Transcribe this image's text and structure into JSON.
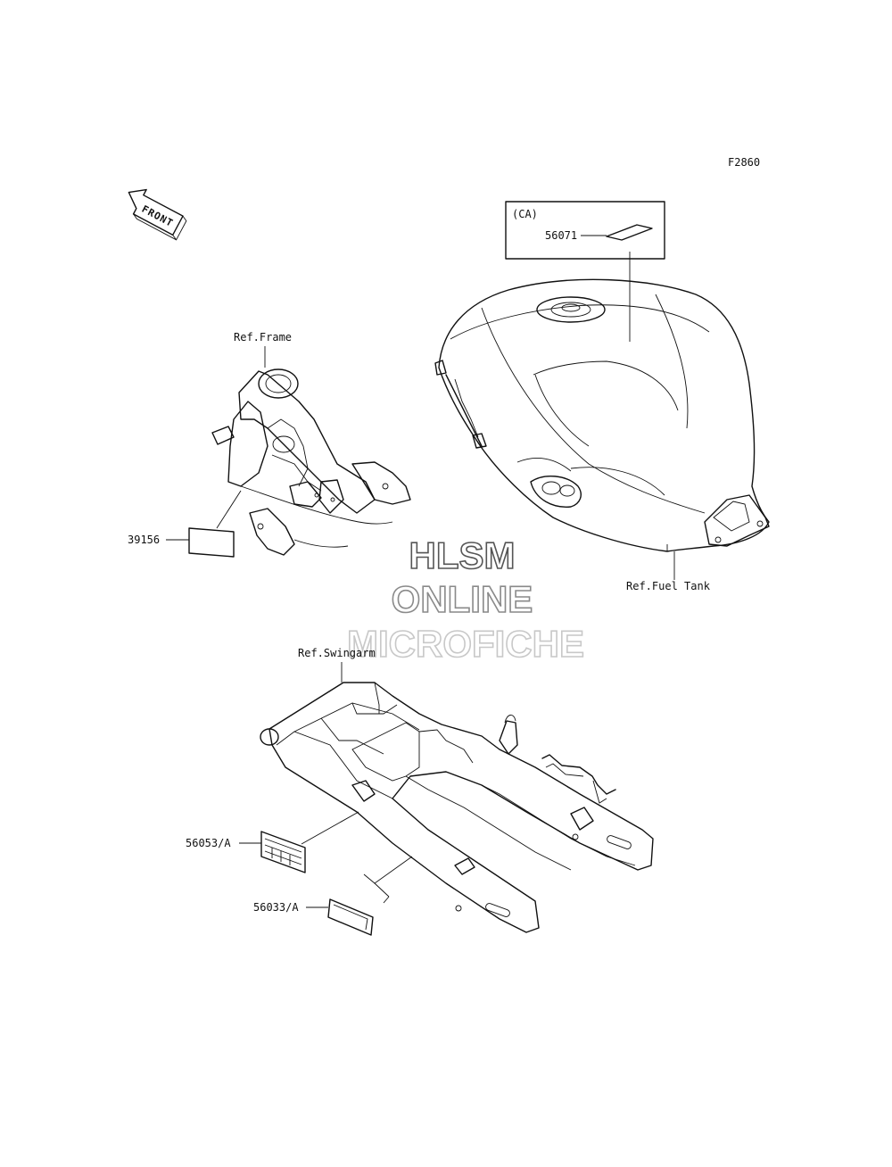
{
  "diagram_id": "F2860",
  "front_arrow": {
    "text": "FRONT",
    "icon": "front-arrow-icon"
  },
  "callouts": {
    "ca_box": {
      "region": "(CA)",
      "part": "56071"
    },
    "frame_ref": "Ref.Frame",
    "fuel_tank_ref": "Ref.Fuel Tank",
    "swingarm_ref": "Ref.Swingarm",
    "part_39156": "39156",
    "part_56053": "56053/A",
    "part_56033": "56033/A"
  },
  "watermark": {
    "line1": "HLSM",
    "line2": "ONLINE",
    "line3": "MICROFICHE",
    "colors": [
      "#555555",
      "#8a8a8a",
      "#c8c8c8"
    ]
  }
}
